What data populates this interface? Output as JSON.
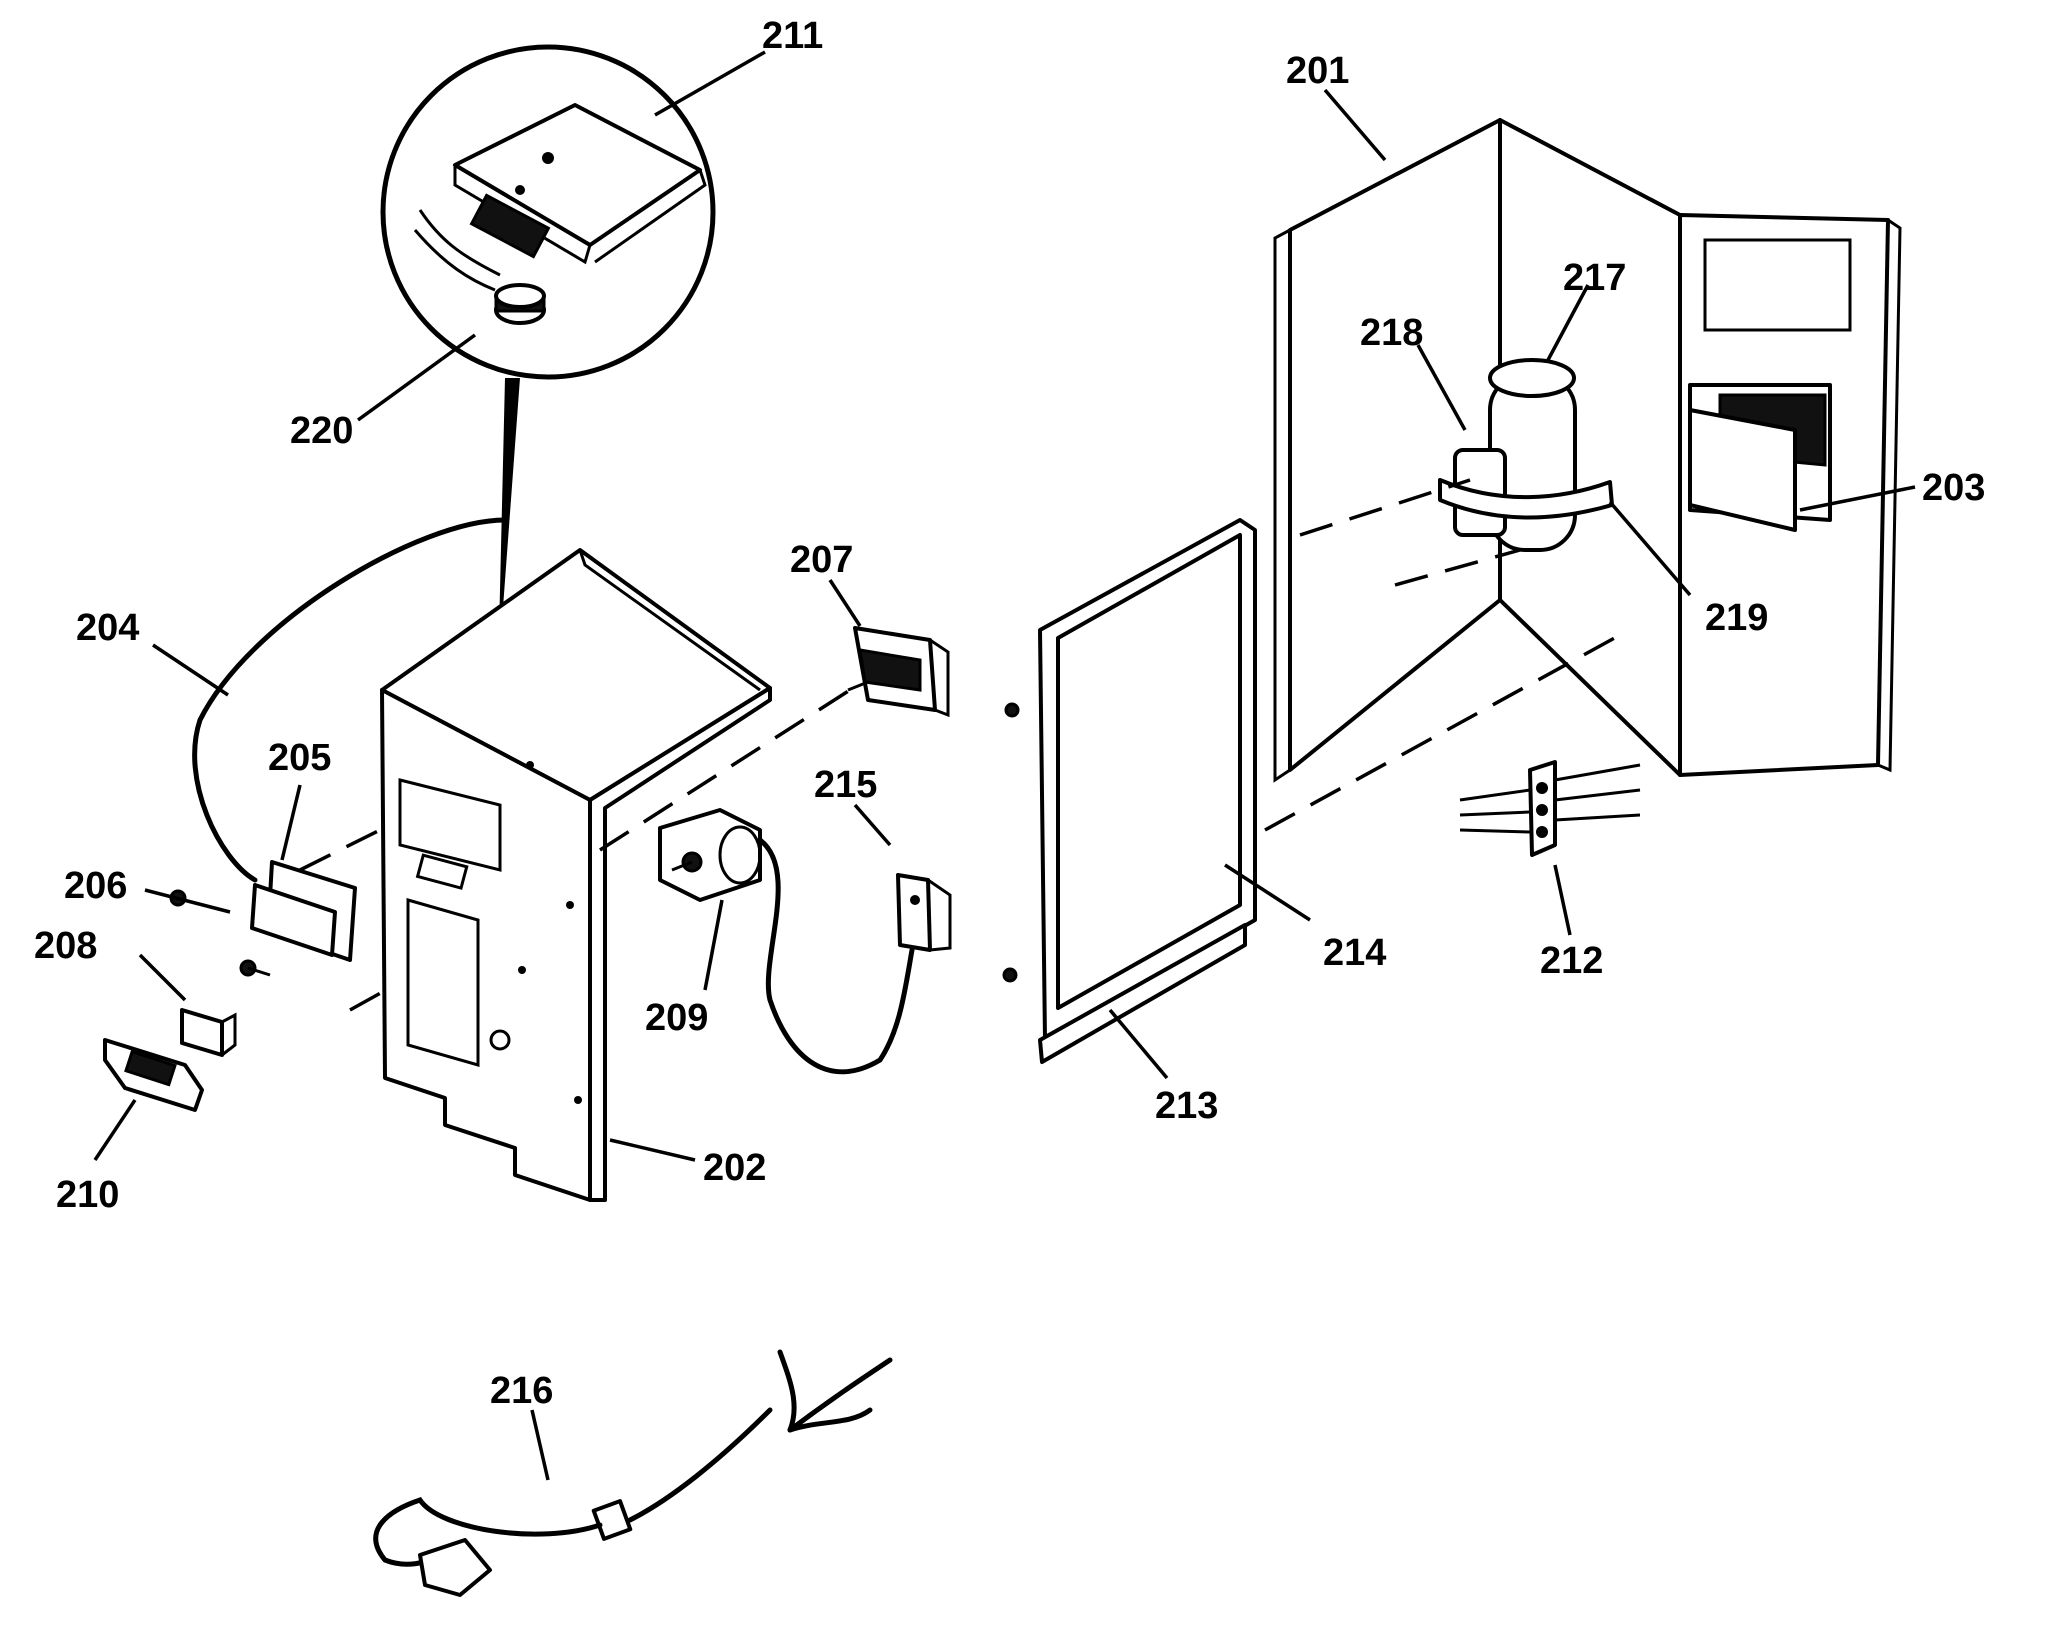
{
  "diagram": {
    "callouts": [
      {
        "id": "c201",
        "label": "201"
      },
      {
        "id": "c202",
        "label": "202"
      },
      {
        "id": "c203",
        "label": "203"
      },
      {
        "id": "c204",
        "label": "204"
      },
      {
        "id": "c205",
        "label": "205"
      },
      {
        "id": "c206",
        "label": "206"
      },
      {
        "id": "c207",
        "label": "207"
      },
      {
        "id": "c208",
        "label": "208"
      },
      {
        "id": "c209",
        "label": "209"
      },
      {
        "id": "c210",
        "label": "210"
      },
      {
        "id": "c211",
        "label": "211"
      },
      {
        "id": "c212",
        "label": "212"
      },
      {
        "id": "c213",
        "label": "213"
      },
      {
        "id": "c214",
        "label": "214"
      },
      {
        "id": "c215",
        "label": "215"
      },
      {
        "id": "c216",
        "label": "216"
      },
      {
        "id": "c217",
        "label": "217"
      },
      {
        "id": "c218",
        "label": "218"
      },
      {
        "id": "c219",
        "label": "219"
      },
      {
        "id": "c220",
        "label": "220"
      }
    ]
  }
}
